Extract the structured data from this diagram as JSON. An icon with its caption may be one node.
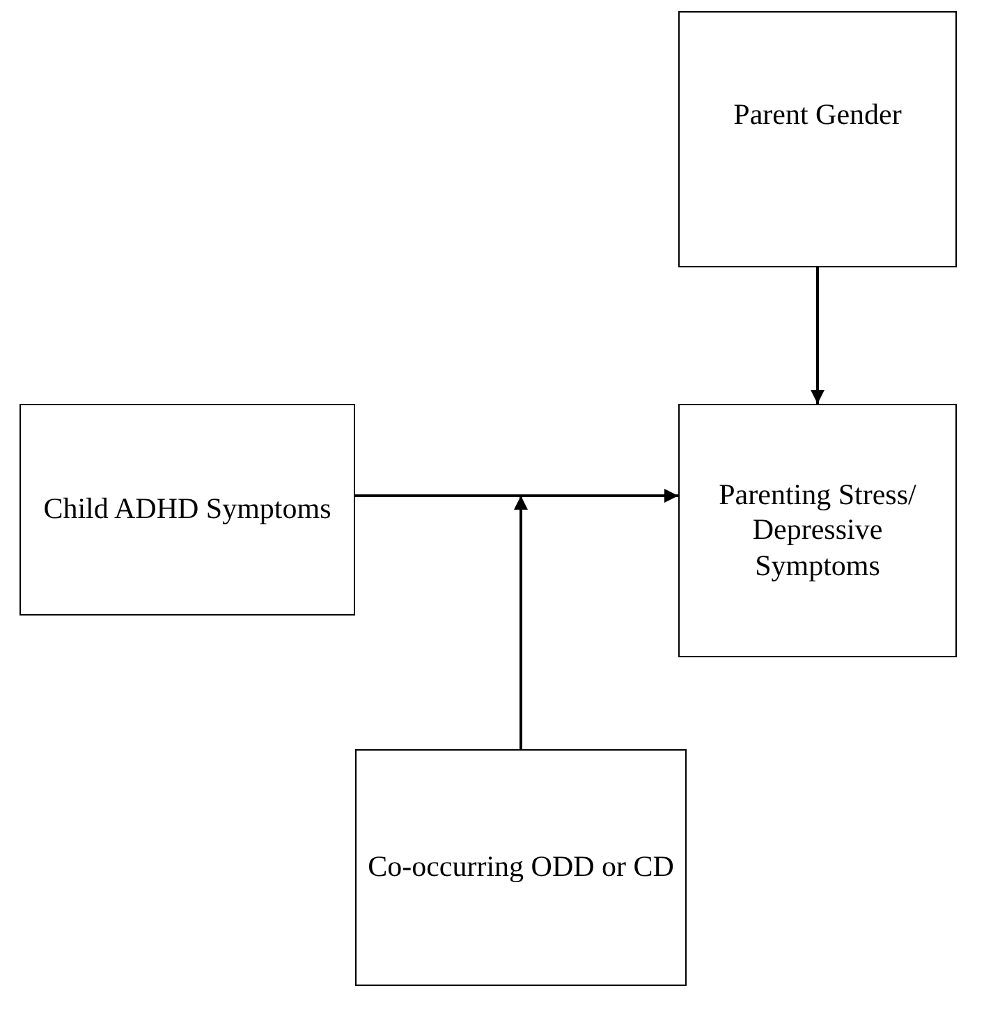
{
  "diagram": {
    "nodes": [
      {
        "text": [
          "Parent Gender"
        ]
      },
      {
        "text": [
          "Child ADHD Symptoms"
        ]
      },
      {
        "text": [
          "Parenting Stress/ Depressive Symptoms"
        ]
      },
      {
        "text": [
          "Co-occurring ODD or CD"
        ]
      }
    ],
    "edges": [
      {
        "from": 0,
        "to": 2,
        "arrow": "to"
      },
      {
        "from": 1,
        "to": 2,
        "arrow": "to"
      },
      {
        "from": 3,
        "to": null,
        "arrow": "to"
      }
    ]
  }
}
